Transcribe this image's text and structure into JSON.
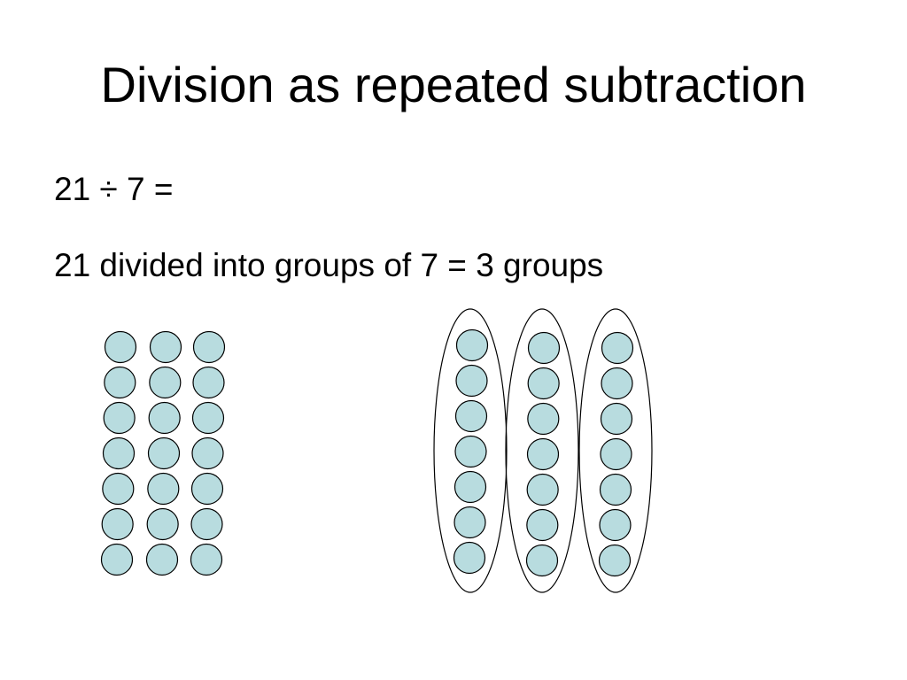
{
  "slide": {
    "title": "Division as repeated subtraction",
    "equation": "21 ÷ 7 =",
    "explanation": "21 divided into groups of 7 = 3 groups"
  },
  "diagram": {
    "total": 21,
    "group_size": 7,
    "group_count": 3,
    "dot_fill": "#b8dcdf",
    "dot_stroke": "#000000",
    "ring_stroke": "#000000"
  }
}
